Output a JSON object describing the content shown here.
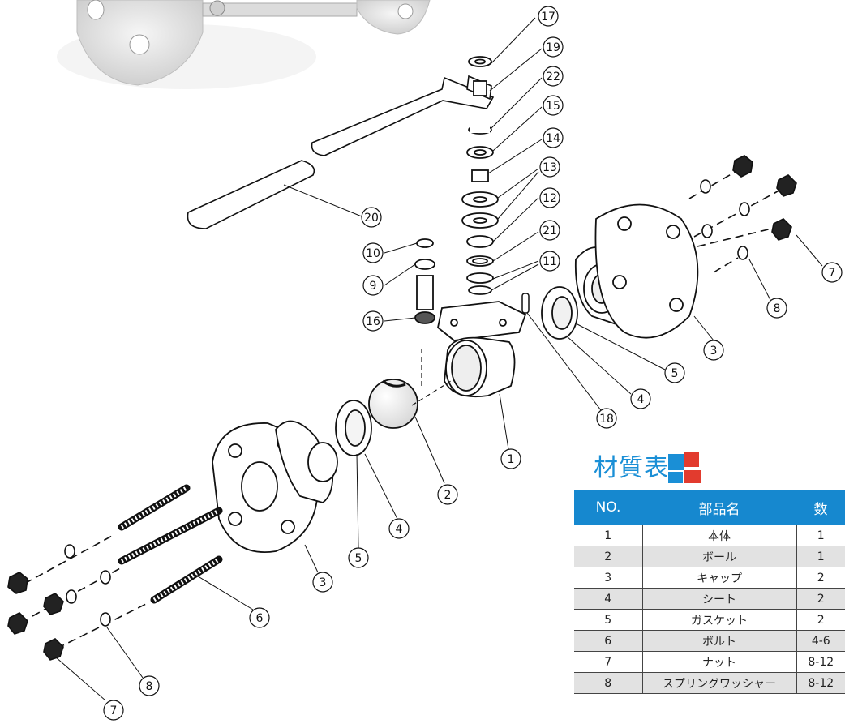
{
  "callouts": [
    "17",
    "19",
    "22",
    "15",
    "14",
    "13",
    "12",
    "21",
    "11",
    "10",
    "9",
    "16",
    "20",
    "7",
    "8",
    "3",
    "5",
    "4",
    "18",
    "1",
    "2",
    "4",
    "5",
    "3",
    "6",
    "8",
    "7"
  ],
  "materials": {
    "title": "材質表",
    "headers": [
      "NO.",
      "部品名",
      "数"
    ],
    "rows": [
      {
        "no": "1",
        "name": "本体",
        "qty": "1"
      },
      {
        "no": "2",
        "name": "ボール",
        "qty": "1"
      },
      {
        "no": "3",
        "name": "キャップ",
        "qty": "2"
      },
      {
        "no": "4",
        "name": "シート",
        "qty": "2"
      },
      {
        "no": "5",
        "name": "ガスケット",
        "qty": "2"
      },
      {
        "no": "6",
        "name": "ボルト",
        "qty": "4-6"
      },
      {
        "no": "7",
        "name": "ナット",
        "qty": "8-12"
      },
      {
        "no": "8",
        "name": "スプリングワッシャー",
        "qty": "8-12"
      }
    ],
    "colors": {
      "header": "#1688cf",
      "title": "#1a8fd6",
      "accent_red": "#e23b2e",
      "accent_blue": "#1a8fd6",
      "row_alt": "#e2e2e2"
    }
  }
}
